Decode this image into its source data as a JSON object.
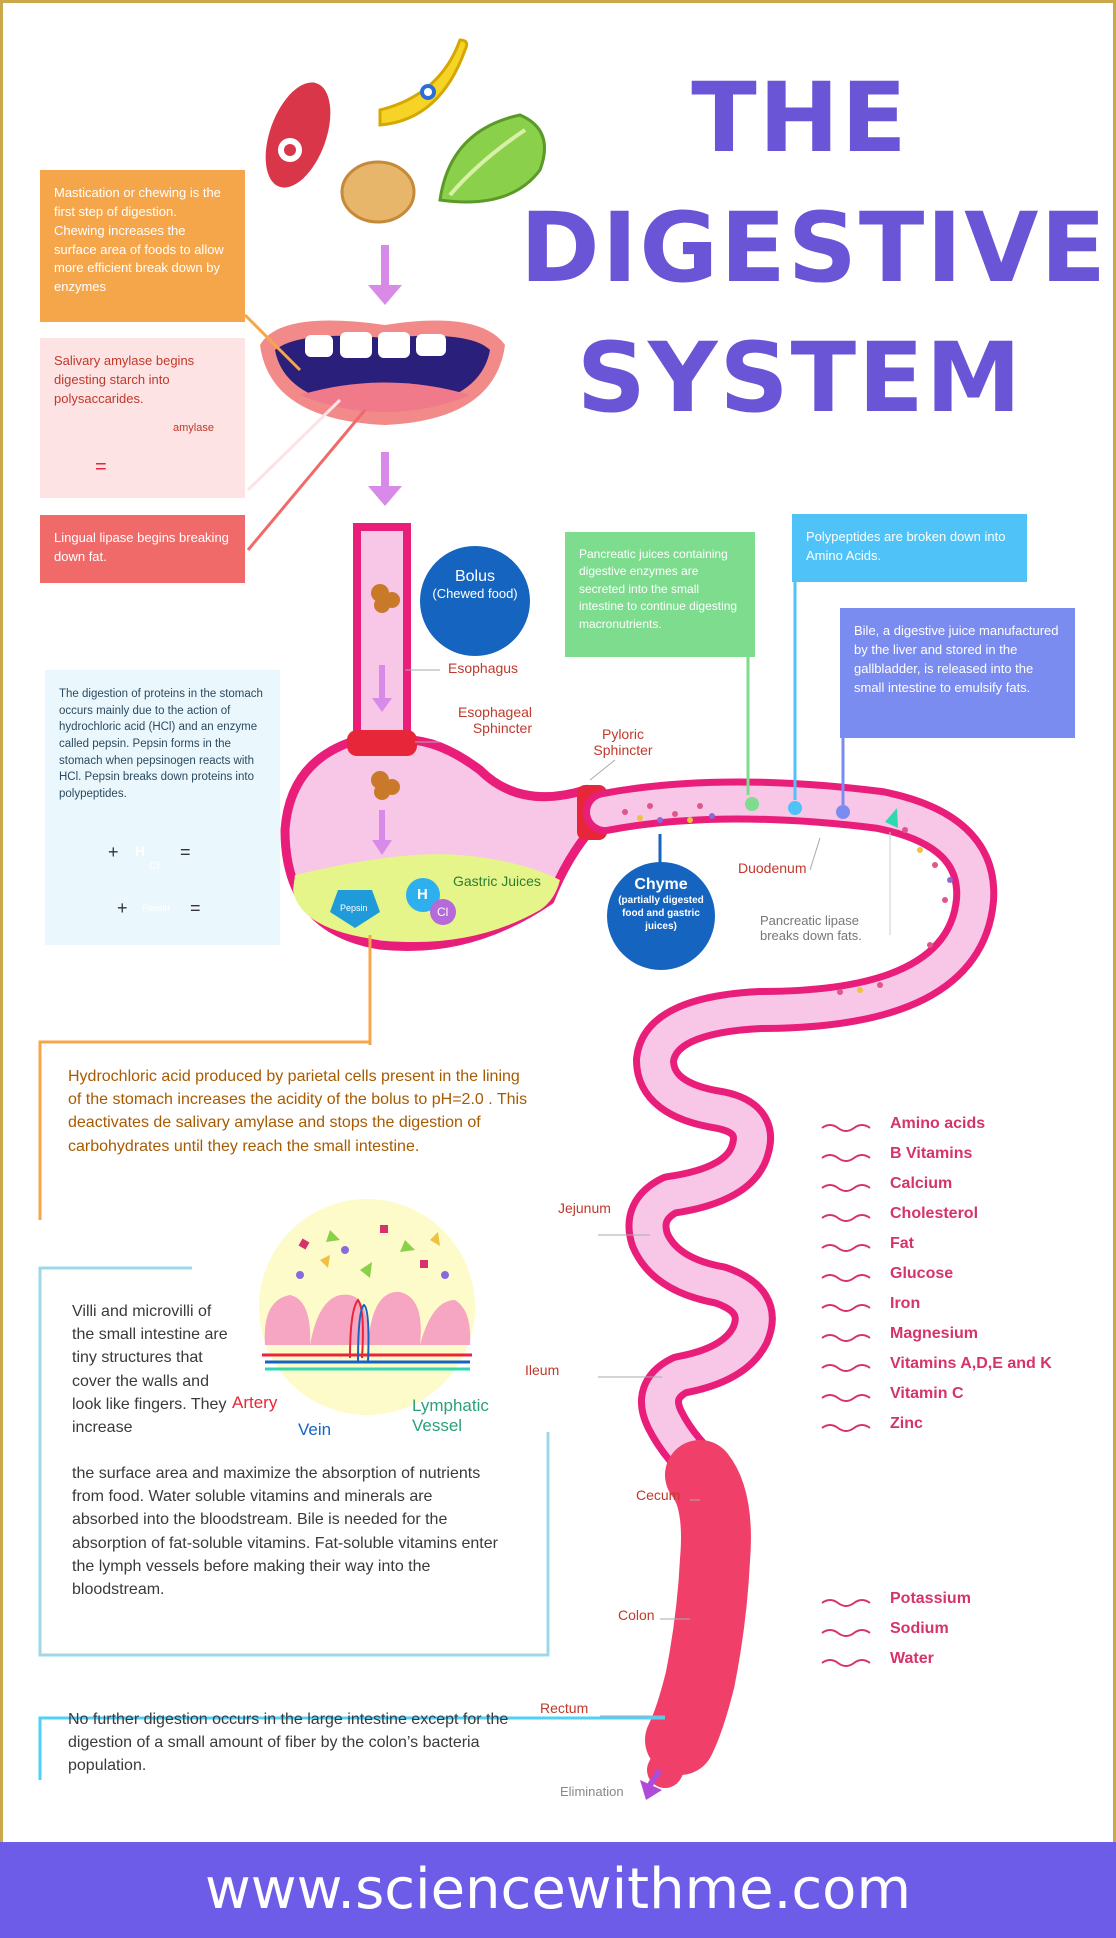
{
  "title": {
    "line1": "THE",
    "line2": "DIGESTIVE",
    "line3": "SYSTEM"
  },
  "notes": {
    "mastication": "Mastication or chewing is the first step of digestion. Chewing increases the surface area of foods to allow more efficient break down by enzymes",
    "salivary": "Salivary amylase begins digesting starch into polysaccarides.",
    "amylase_label": "amylase",
    "equals": "=",
    "lingual": "Lingual lipase begins breaking down fat.",
    "proteins": "The digestion of proteins in the stomach occurs mainly due to the action of hydrochloric acid (HCl) and an enzyme called pepsin. Pepsin forms in the stomach when pepsinogen reacts with HCl. Pepsin breaks down proteins into polypeptides.",
    "pancreatic": "Pancreatic juices containing digestive enzymes are secreted into the small intestine to continue digesting macronutrients.",
    "polypeptides": "Polypeptides are broken down into Amino Acids.",
    "bile": "Bile, a digestive juice manufactured by the liver and stored in the gallbladder, is released into the small intestine to emulsify fats.",
    "hcl": "Hydrochloric acid  produced by parietal cells present in the lining of the stomach increases the acidity of the bolus to pH=2.0 . This deactivates de salivary amylase and stops the digestion of carbohydrates until they reach the small intestine.",
    "villi_top": "Villi and microvilli of the small intestine are tiny structures  that cover the walls and look like fingers. They increase",
    "villi_bottom": "the surface area and maximize the absorption of nutrients from food.  Water soluble vitamins and minerals are absorbed into the bloodstream. Bile is needed for the absorption of fat-soluble vitamins. Fat-soluble vitamins enter the lymph vessels before making their way into the bloodstream.",
    "large": "No further digestion occurs in the large intestine except for the digestion of a small amount of fiber by the colon’s bacteria population."
  },
  "bubbles": {
    "bolus_title": "Bolus",
    "bolus_sub": "(Chewed food)",
    "chyme_title": "Chyme",
    "chyme_sub": "(partially digested food and gastric juices)"
  },
  "chem": {
    "h": "H",
    "cl": "Cl",
    "plus": "+",
    "eq": "=",
    "pepsin": "Pepsin"
  },
  "labels": {
    "esophagus": "Esophagus",
    "esophageal": "Esophageal Sphincter",
    "pyloric": "Pyloric Sphincter",
    "gastric": "Gastric Juices",
    "duodenum": "Duodenum",
    "pancreatic_lipase": "Pancreatic lipase breaks down fats.",
    "jejunum": "Jejunum",
    "ileum": "Ileum",
    "cecum": "Cecum",
    "colon": "Colon",
    "rectum": "Rectum",
    "elimination": "Elimination",
    "artery": "Artery",
    "vein": "Vein",
    "lymph": "Lymphatic Vessel"
  },
  "nutrients1": [
    "Amino acids",
    "B Vitamins",
    "Calcium",
    "Cholesterol",
    "Fat",
    "Glucose",
    "Iron",
    "Magnesium",
    "Vitamins A,D,E and K",
    "Vitamin C",
    "Zinc"
  ],
  "nutrients2": [
    "Potassium",
    "Sodium",
    "Water"
  ],
  "footer": "www.sciencewithme.com",
  "colors": {
    "title": "#6a55d6",
    "organ": "#e91e7a",
    "organ_fill": "#f8c6e6",
    "orange": "#f6a64a",
    "pink_note": "#fde3e3",
    "red_note": "#f06a6a",
    "green": "#7edc8e",
    "blue": "#4fc3f7",
    "violet": "#7b8cf0",
    "bubble": "#1565c0",
    "footer": "#6c5ce7"
  }
}
